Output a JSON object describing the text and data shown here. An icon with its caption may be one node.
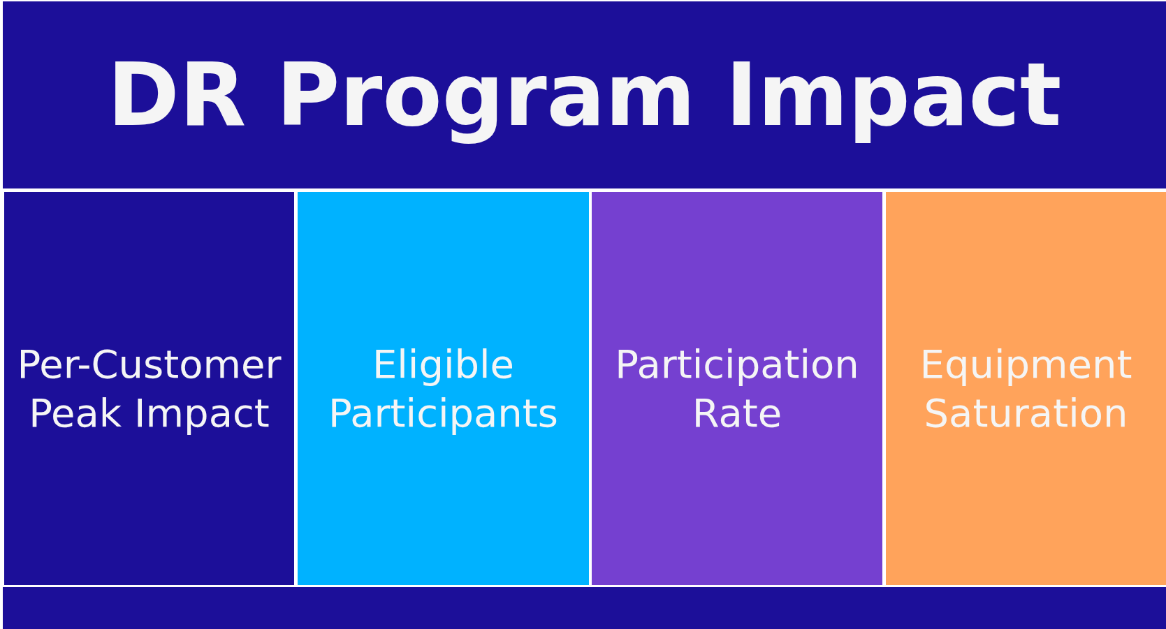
{
  "diagram": {
    "title": "DR Program Impact",
    "nodes": [
      {
        "text": [
          "Per-Customer Peak Impact"
        ]
      },
      {
        "text": [
          "Eligible Participants"
        ]
      },
      {
        "text": [
          "Participation Rate"
        ]
      },
      {
        "text": [
          "Equipment Saturation"
        ]
      }
    ]
  }
}
